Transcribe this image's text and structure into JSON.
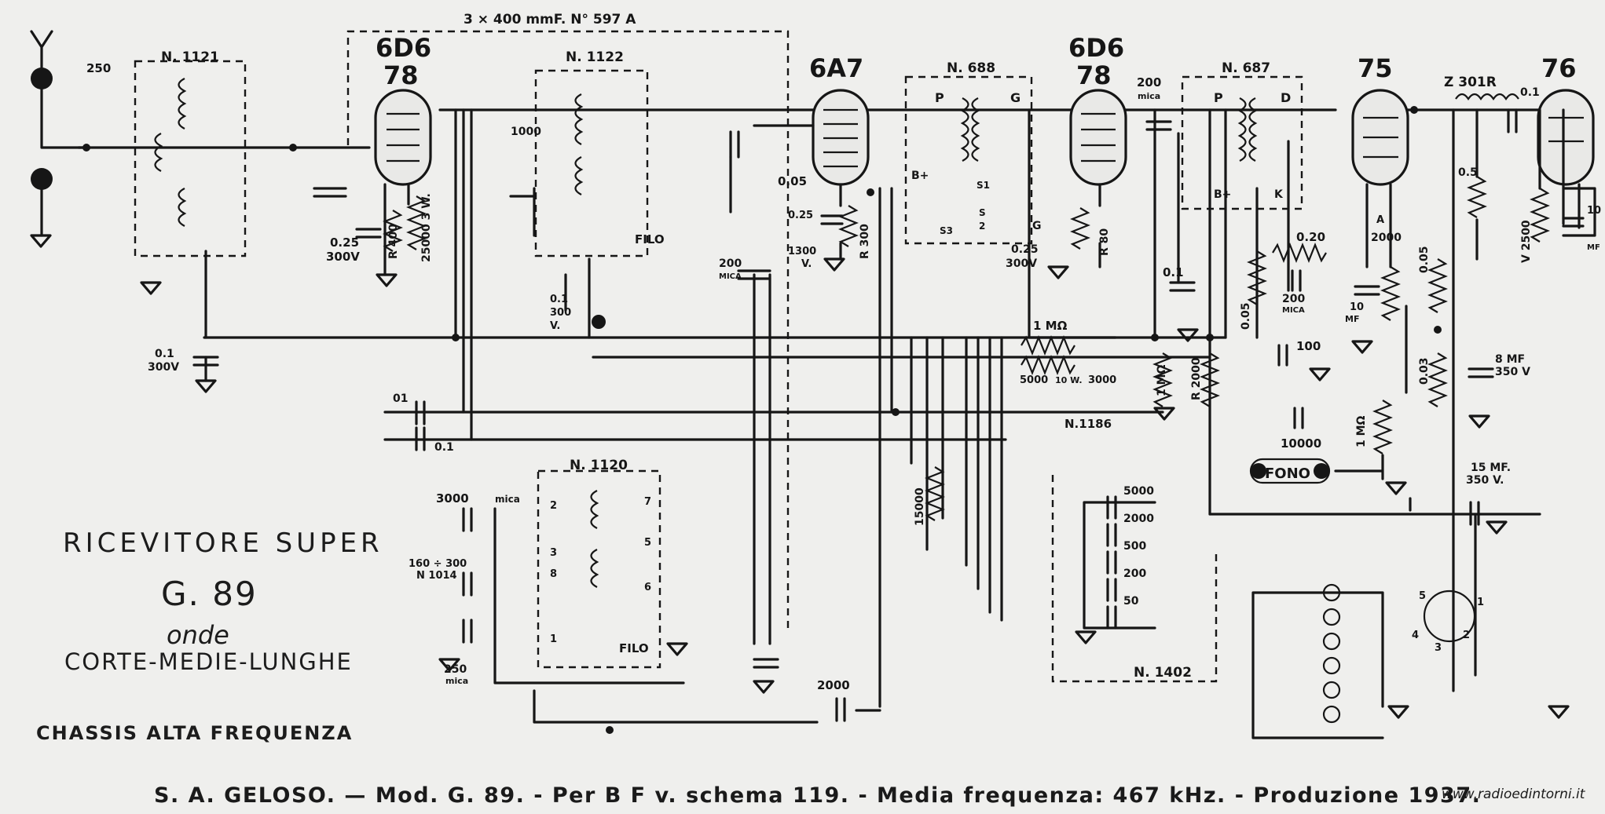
{
  "title": {
    "line1": "RICEVITORE SUPER",
    "line2": "G. 89",
    "line3": "onde",
    "line4": "CORTE-MEDIE-LUNGHE",
    "line5": "CHASSIS ALTA FREQUENZA"
  },
  "footer": "S. A. GELOSO. — Mod. G. 89. - Per B F v. schema 119. - Media frequenza: 467 kHz. - Produzione 1937.",
  "credit": "www.radioedintorni.it",
  "tubes": [
    "6D6",
    "78",
    "6A7",
    "6D6",
    "78",
    "75",
    "76"
  ],
  "blocks": {
    "top_cap": "3 × 400 mmF.  N° 597 A",
    "n1121": "N. 1121",
    "n1122": "N. 1122",
    "n688": "N. 688",
    "n687": "N. 687",
    "n1120": "N. 1120",
    "n1402": "N. 1402",
    "n1186": "N.1186",
    "n1014": "N 1014",
    "z301r": "Z 301R"
  },
  "labels": {
    "c250": "250",
    "c1000": "1000",
    "c025a": "0.25",
    "v300a": "300V",
    "r400": "R 400",
    "r25000": "25000 3 W.",
    "c01a": "0.1",
    "v300b": "300V",
    "c07": "0.1",
    "v300c": "300",
    "vv": "V.",
    "filo1": "FILO",
    "c200mica1": "200",
    "mica1": "MICA",
    "r005a": "0.05",
    "c025b": "0.25",
    "r300a": "1300",
    "vb": "V.",
    "r300b": "R 300",
    "pin_p1": "P",
    "pin_g1": "G",
    "pin_b1": "B+",
    "pin_s1": "S1",
    "pin_s3": "S3",
    "pin_s2": "S",
    "pin_2": "2",
    "c025c": "0.25",
    "v300d": "300V",
    "g1": "G",
    "r80": "R 80",
    "c200mica2": "200",
    "mica2": "mica",
    "pin_p2": "P",
    "pin_d2": "D",
    "pin_b2": "B+",
    "pin_k2": "K",
    "c01b": "0.1",
    "r1m1": "1 MΩ",
    "r1m2": "1 MΩ",
    "r5000": "5000",
    "r10w": "10 W.",
    "r3000": "3000",
    "r020": "0.20",
    "c200mica3": "200",
    "mica3": "MICA",
    "r005b": "0.05",
    "c100": "100",
    "r2000": "R 2000",
    "c10000": "10000",
    "a2000": "A",
    "a2000v": "2000",
    "c10mf": "10",
    "mf": "MF",
    "r1m3": "1 MΩ",
    "fono": "FONO",
    "c01c": "0.1",
    "r05": "0.5",
    "v2500": "V 2500",
    "c10b": "10",
    "mf2": "MF",
    "r005c": "0.05",
    "r003": "0.03",
    "c8mf": "8 MF",
    "v350a": "350 V",
    "c15mf": "15 MF.",
    "v350b": "350 V.",
    "c01d": "01",
    "c01e": "0.1",
    "r15000": "15000",
    "c3000": "3000",
    "mica4": "mica",
    "c160": "160 ÷ 300",
    "c250b": "250",
    "mica5": "mica",
    "filo2": "FILO",
    "c2000": "2000",
    "s5000": "5000",
    "s2000": "2000",
    "s500": "500",
    "s200": "200",
    "s50": "50",
    "t2": "2",
    "t3": "3",
    "t8": "8",
    "t5": "5",
    "t6": "6",
    "t7": "7",
    "t1": "1",
    "p1": "1",
    "p2": "2",
    "p3": "3",
    "p4": "4",
    "p5": "5"
  }
}
